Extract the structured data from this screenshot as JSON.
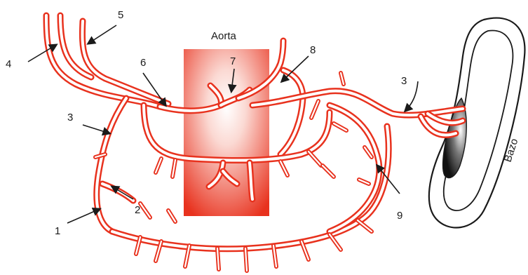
{
  "labels": {
    "aorta": "Aorta",
    "spleen": "Bazo",
    "n1": "1",
    "n2": "2",
    "n3_left": "3",
    "n3_right": "3",
    "n4": "4",
    "n5": "5",
    "n6": "6",
    "n7": "7",
    "n8": "8",
    "n9": "9"
  },
  "colors": {
    "vessel": "#e8321e",
    "aorta_light": "#fbe3de",
    "aorta_dark": "#e8321e",
    "outline": "#1a1a1a"
  }
}
